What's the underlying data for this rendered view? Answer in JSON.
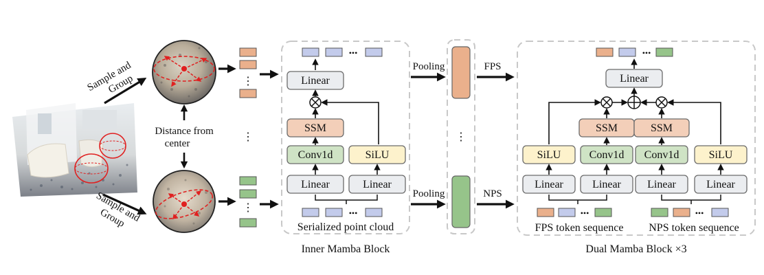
{
  "left": {
    "sample_group_top": [
      "Sample and",
      "Group"
    ],
    "sample_group_bottom": [
      "Sample and",
      "Group"
    ],
    "distance_label": [
      "Distance from",
      "center"
    ],
    "dots": "⋮"
  },
  "inner": {
    "linear_top": "Linear",
    "ssm": "SSM",
    "conv": "Conv1d",
    "silu": "SiLU",
    "linear_left": "Linear",
    "linear_right": "Linear",
    "input_label": "Serialized point cloud",
    "caption": "Inner Mamba Block",
    "dots": "•••"
  },
  "pool": {
    "pooling_top": "Pooling",
    "pooling_bottom": "Pooling",
    "fps": "FPS",
    "nps": "NPS",
    "dots": "⋮"
  },
  "dual": {
    "linear_top": "Linear",
    "ssm_left": "SSM",
    "ssm_right": "SSM",
    "silu_1": "SiLU",
    "conv_1": "Conv1d",
    "conv_2": "Conv1d",
    "silu_2": "SiLU",
    "linear_1": "Linear",
    "linear_2": "Linear",
    "linear_3": "Linear",
    "linear_4": "Linear",
    "fps_seq": "FPS token sequence",
    "nps_seq": "NPS token sequence",
    "caption": "Dual Mamba Block ×3",
    "dots": "•••"
  },
  "colors": {
    "salmon_token": "#eab08c",
    "blue_token": "#c3cbeb",
    "green_token": "#96c48a",
    "dashed_frame": "#c8c8c8"
  }
}
